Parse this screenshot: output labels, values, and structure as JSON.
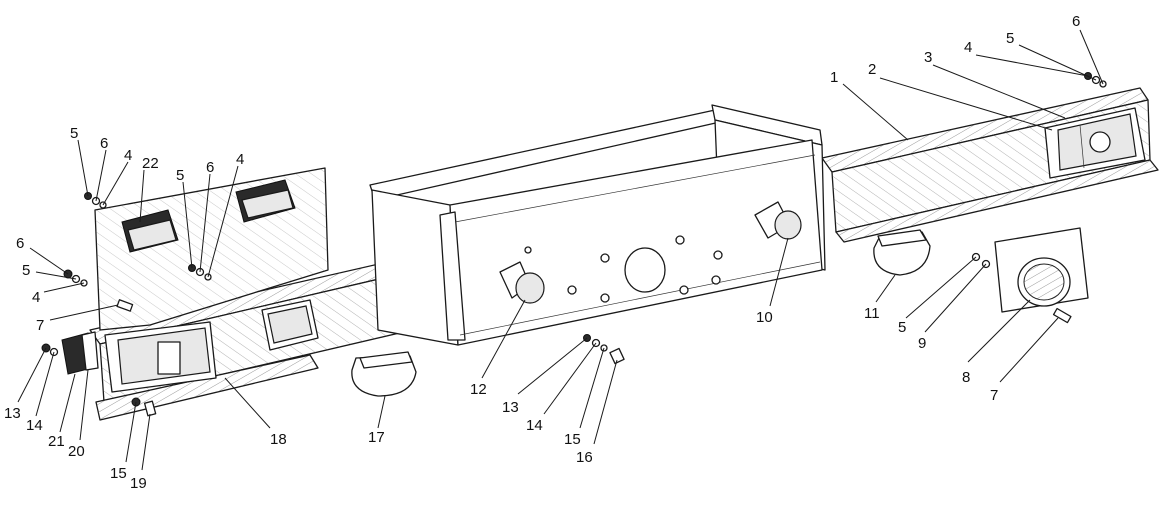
{
  "callouts": [
    "1",
    "2",
    "3",
    "4",
    "5",
    "6",
    "7",
    "8",
    "9",
    "10",
    "11",
    "12",
    "13",
    "14",
    "15",
    "16",
    "17",
    "18",
    "19",
    "20",
    "21",
    "22"
  ],
  "labels": {
    "p1": "1",
    "p2": "2",
    "p3": "3",
    "p4r": "4",
    "p5r": "5",
    "p6r": "6",
    "p5a": "5",
    "p6a": "6",
    "p4a": "4",
    "p22": "22",
    "p5b": "5",
    "p6b": "6",
    "p4b": "4",
    "p6c": "6",
    "p5c": "5",
    "p4c": "4",
    "p7a": "7",
    "p13a": "13",
    "p14a": "14",
    "p21": "21",
    "p20": "20",
    "p15a": "15",
    "p19": "19",
    "p18": "18",
    "p17": "17",
    "p12": "12",
    "p13b": "13",
    "p14b": "14",
    "p15b": "15",
    "p16": "16",
    "p10": "10",
    "p11": "11",
    "p5d": "5",
    "p9": "9",
    "p8": "8",
    "p7b": "7"
  }
}
